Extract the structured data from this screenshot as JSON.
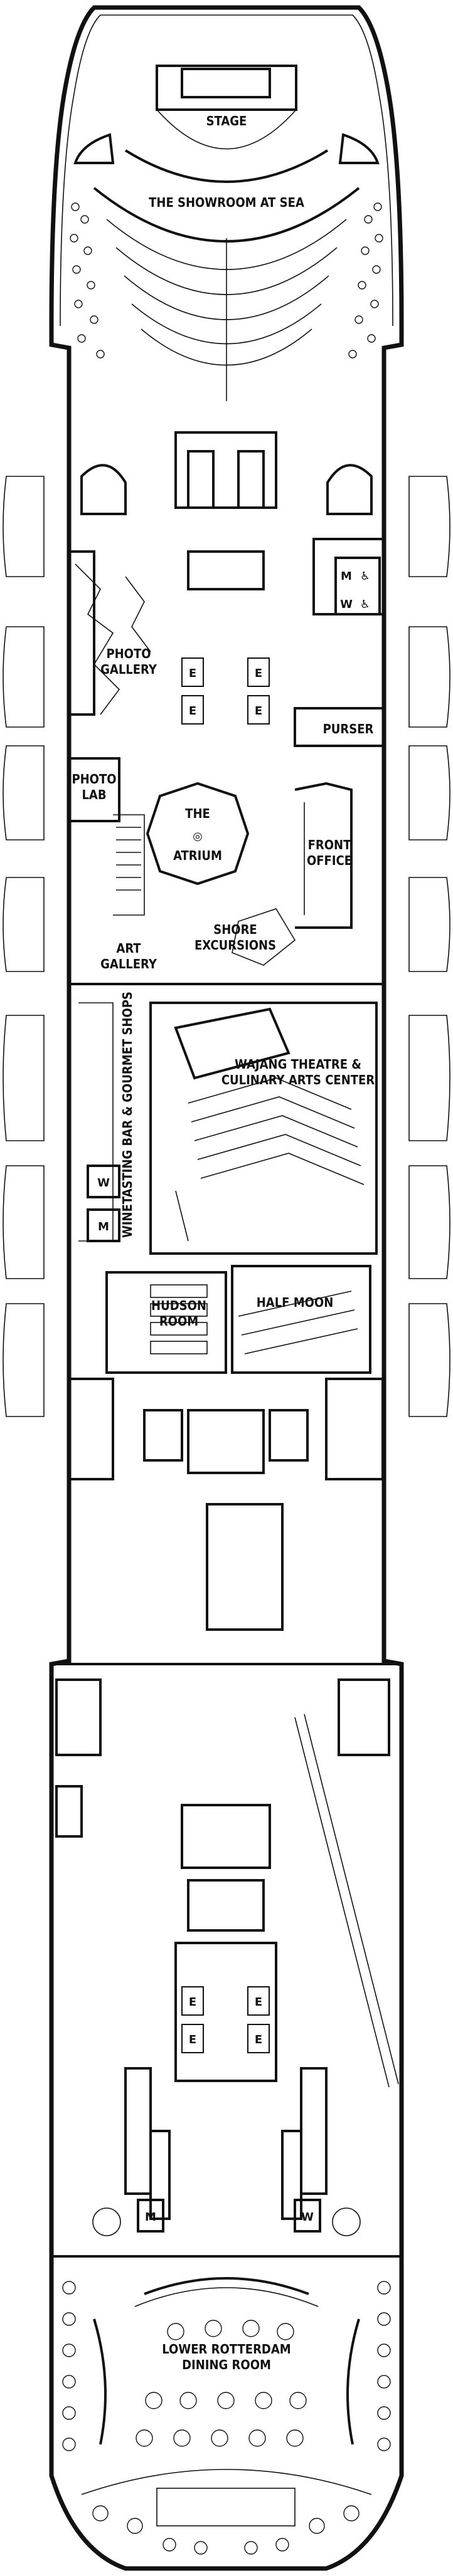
{
  "deck": {
    "labels": {
      "stage": "STAGE",
      "showroom": "THE SHOWROOM AT SEA",
      "photo_gallery_1": "PHOTO",
      "photo_gallery_2": "GALLERY",
      "photo_lab_1": "PHOTO",
      "photo_lab_2": "LAB",
      "atrium_1": "THE",
      "atrium_2": "ATRIUM",
      "purser": "PURSER",
      "front_office_1": "FRONT",
      "front_office_2": "OFFICE",
      "shore_1": "SHORE",
      "shore_2": "EXCURSIONS",
      "art_1": "ART",
      "art_2": "GALLERY",
      "winetasting": "WINETASTING BAR & GOURMET SHOPS",
      "wajang_1": "WAJANG THEATRE &",
      "wajang_2": "CULINARY ARTS CENTER",
      "hudson_1": "HUDSON",
      "hudson_2": "ROOM",
      "half_moon": "HALF MOON",
      "dining_1": "LOWER ROTTERDAM",
      "dining_2": "DINING ROOM"
    },
    "symbols": {
      "elevator": "E",
      "mens": "M",
      "womens": "W",
      "accessible": "♿",
      "atrium_mark": "◎"
    }
  }
}
